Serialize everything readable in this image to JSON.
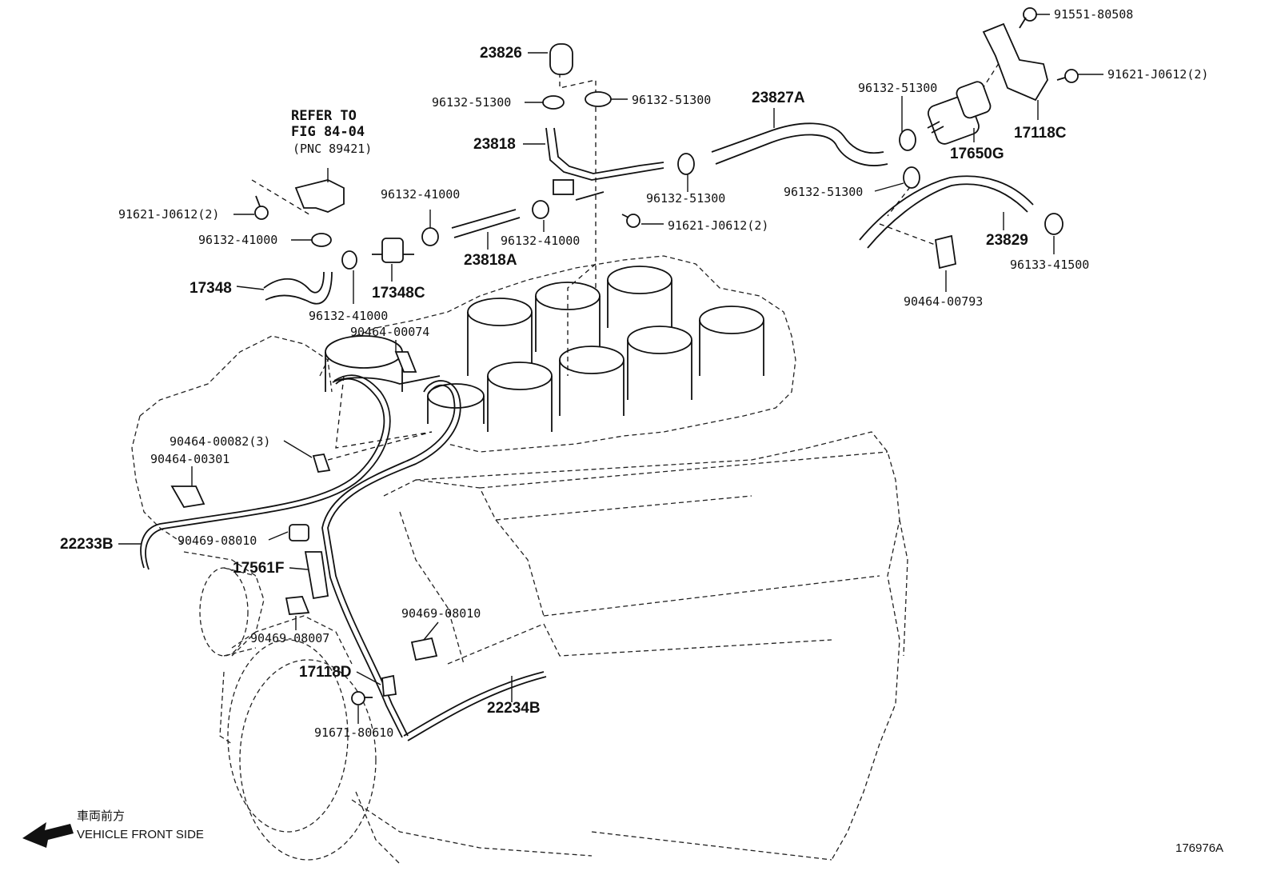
{
  "diagram": {
    "figure_id": "176976A",
    "reference_note": {
      "line1": "REFER TO",
      "line2": "FIG 84-04",
      "line3": "(PNC 89421)"
    },
    "direction": {
      "jp": "車両前方",
      "en": "VEHICLE FRONT SIDE"
    },
    "parts": [
      {
        "id": "p23826",
        "label": "23826"
      },
      {
        "id": "p96132-51300-a",
        "label": "96132-51300"
      },
      {
        "id": "p96132-51300-b",
        "label": "96132-51300"
      },
      {
        "id": "p23818",
        "label": "23818"
      },
      {
        "id": "p23827A",
        "label": "23827A"
      },
      {
        "id": "p96132-51300-c",
        "label": "96132-51300"
      },
      {
        "id": "p96132-51300-d",
        "label": "96132-51300"
      },
      {
        "id": "p96132-51300-e",
        "label": "96132-51300"
      },
      {
        "id": "p91551-80508",
        "label": "91551-80508"
      },
      {
        "id": "p91621-J0612-a",
        "label": "91621-J0612(2)"
      },
      {
        "id": "p17118C",
        "label": "17118C"
      },
      {
        "id": "p17650G",
        "label": "17650G"
      },
      {
        "id": "p23829",
        "label": "23829"
      },
      {
        "id": "p96133-41500",
        "label": "96133-41500"
      },
      {
        "id": "p90464-00793",
        "label": "90464-00793"
      },
      {
        "id": "p91621-J0612-b",
        "label": "91621-J0612(2)"
      },
      {
        "id": "p96132-41000-a",
        "label": "96132-41000"
      },
      {
        "id": "p96132-41000-b",
        "label": "96132-41000"
      },
      {
        "id": "p23818A",
        "label": "23818A"
      },
      {
        "id": "p91621-J0612-c",
        "label": "91621-J0612(2)"
      },
      {
        "id": "p96132-41000-c",
        "label": "96132-41000"
      },
      {
        "id": "p17348",
        "label": "17348"
      },
      {
        "id": "p17348C",
        "label": "17348C"
      },
      {
        "id": "p96132-41000-d",
        "label": "96132-41000"
      },
      {
        "id": "p90464-00074",
        "label": "90464-00074"
      },
      {
        "id": "p90464-00082",
        "label": "90464-00082(3)"
      },
      {
        "id": "p90464-00301",
        "label": "90464-00301"
      },
      {
        "id": "p22233B",
        "label": "22233B"
      },
      {
        "id": "p90469-08010-a",
        "label": "90469-08010"
      },
      {
        "id": "p17561F",
        "label": "17561F"
      },
      {
        "id": "p90469-08007",
        "label": "90469-08007"
      },
      {
        "id": "p90469-08010-b",
        "label": "90469-08010"
      },
      {
        "id": "p17118D",
        "label": "17118D"
      },
      {
        "id": "p22234B",
        "label": "22234B"
      },
      {
        "id": "p91671-80610",
        "label": "91671-80610"
      }
    ]
  }
}
